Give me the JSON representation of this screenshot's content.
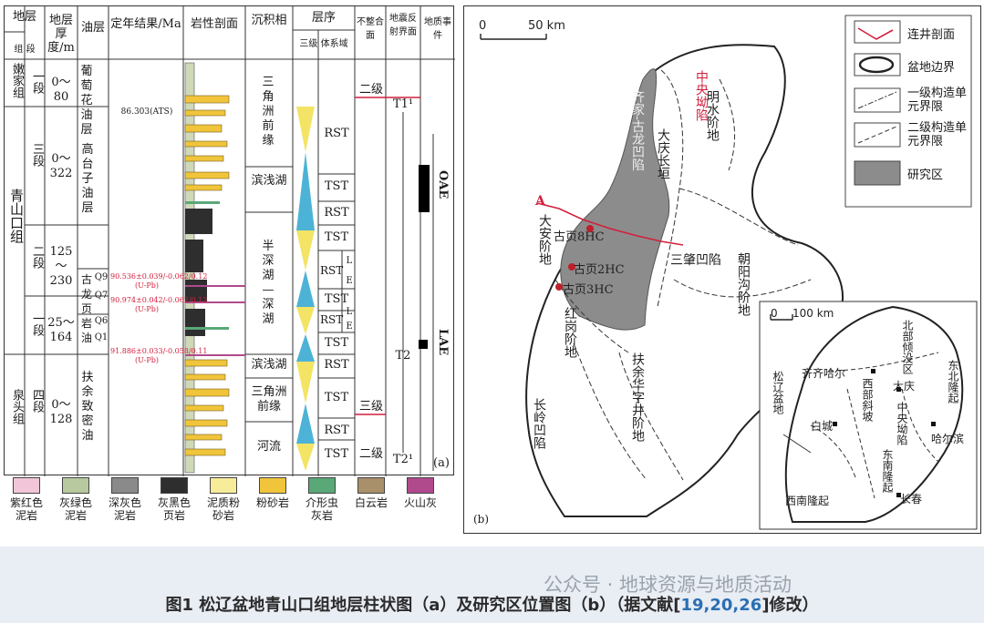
{
  "panel_a": {
    "headers": {
      "stratum_group": "地层",
      "stratum_sub": "组 段",
      "thickness": "地层厚度/m",
      "oil_layer": "油层",
      "age": "定年结果/Ma",
      "lithology": "岩性剖面",
      "facies": "沉积相",
      "sequence": "层序",
      "sequence_sub": "三级  体系域",
      "unconformity": "不整合面",
      "seismic": "地震反射界面",
      "events": "地质事件"
    },
    "formations": [
      "嫩家组",
      "青山口组",
      "泉头组"
    ],
    "members": [
      "一段",
      "三段",
      "二段",
      "一段",
      "四段"
    ],
    "thicknesses": [
      "0～80",
      "0～322",
      "125～230",
      "25～164",
      "0～128"
    ],
    "oil_layers": [
      "葡萄花油层",
      "高台子油层",
      "古龙页岩油",
      "扶余致密油"
    ],
    "oil_sublayers": [
      "Q9",
      "Q7",
      "Q6",
      "Q1"
    ],
    "ages": [
      "86.303(ATS)",
      "90.536±0.039/-0.062/0.12 (U-Pb)",
      "90.974±0.042/-0.062/0.12 (U-Pb)",
      "91.886±0.033/-0.058/0.11 (U-Pb)"
    ],
    "facies": [
      "三角洲前缘",
      "滨浅湖",
      "半深湖—深湖",
      "滨浅湖",
      "三角洲前缘",
      "河流"
    ],
    "systems_tracts": [
      "RST",
      "TST",
      "RST",
      "TST",
      "RST",
      "TST",
      "RST",
      "TST",
      "RST",
      "TST",
      "RST",
      "TST"
    ],
    "sub_tracts": [
      "L",
      "E",
      "L",
      "E"
    ],
    "unconformities": [
      "二级",
      "三级",
      "二级"
    ],
    "seismic_surfaces": [
      "T1¹",
      "T2",
      "T2¹"
    ],
    "events": [
      "OAE",
      "LAE"
    ],
    "panel_label": "(a)"
  },
  "legend_a": [
    {
      "label": "紫红色泥岩",
      "color": "#f2c6d8"
    },
    {
      "label": "灰绿色泥岩",
      "color": "#b8c9a0"
    },
    {
      "label": "深灰色泥岩",
      "color": "#8a8a8a"
    },
    {
      "label": "灰黑色页岩",
      "color": "#2e2e2e"
    },
    {
      "label": "泥质粉砂岩",
      "color": "#f7ec9a"
    },
    {
      "label": "粉砂岩",
      "color": "#f0c53b"
    },
    {
      "label": "介形虫灰岩",
      "color": "#5aa877"
    },
    {
      "label": "白云岩",
      "color": "#a8906a"
    },
    {
      "label": "火山灰",
      "color": "#b04a8c"
    }
  ],
  "panel_b": {
    "scale_main": {
      "zero": "0",
      "value": "50 km"
    },
    "scale_inset": {
      "zero": "0",
      "value": "100 km"
    },
    "legend": [
      "连井剖面",
      "盆地边界",
      "一级构造单元界限",
      "二级构造单元界限",
      "研究区"
    ],
    "units": [
      "明水阶地",
      "大庆长垣",
      "三肇凹陷",
      "朝阳沟阶地",
      "大安阶地",
      "红岗阶地",
      "长岭凹陷",
      "扶余华字井阶地",
      "齐家-古龙凹陷",
      "中央坳陷"
    ],
    "wells": [
      "古页8HC",
      "古页2HC",
      "古页3HC"
    ],
    "section_marker": "A",
    "inset_labels": [
      "北部倾没区",
      "东北隆起",
      "齐齐哈尔",
      "大庆",
      "西部斜坡",
      "中央坳陷",
      "白城",
      "哈尔滨",
      "松辽盆地",
      "东南隆起",
      "长春",
      "西南隆起"
    ],
    "panel_label": "(b)"
  },
  "caption": {
    "main": "图1 松辽盆地青山口组地层柱状图（a）及研究区位置图（b）（据文献[",
    "refs": "19,20,26",
    "tail": "]修改）"
  },
  "watermark": "公众号 · 地球资源与地质活动"
}
